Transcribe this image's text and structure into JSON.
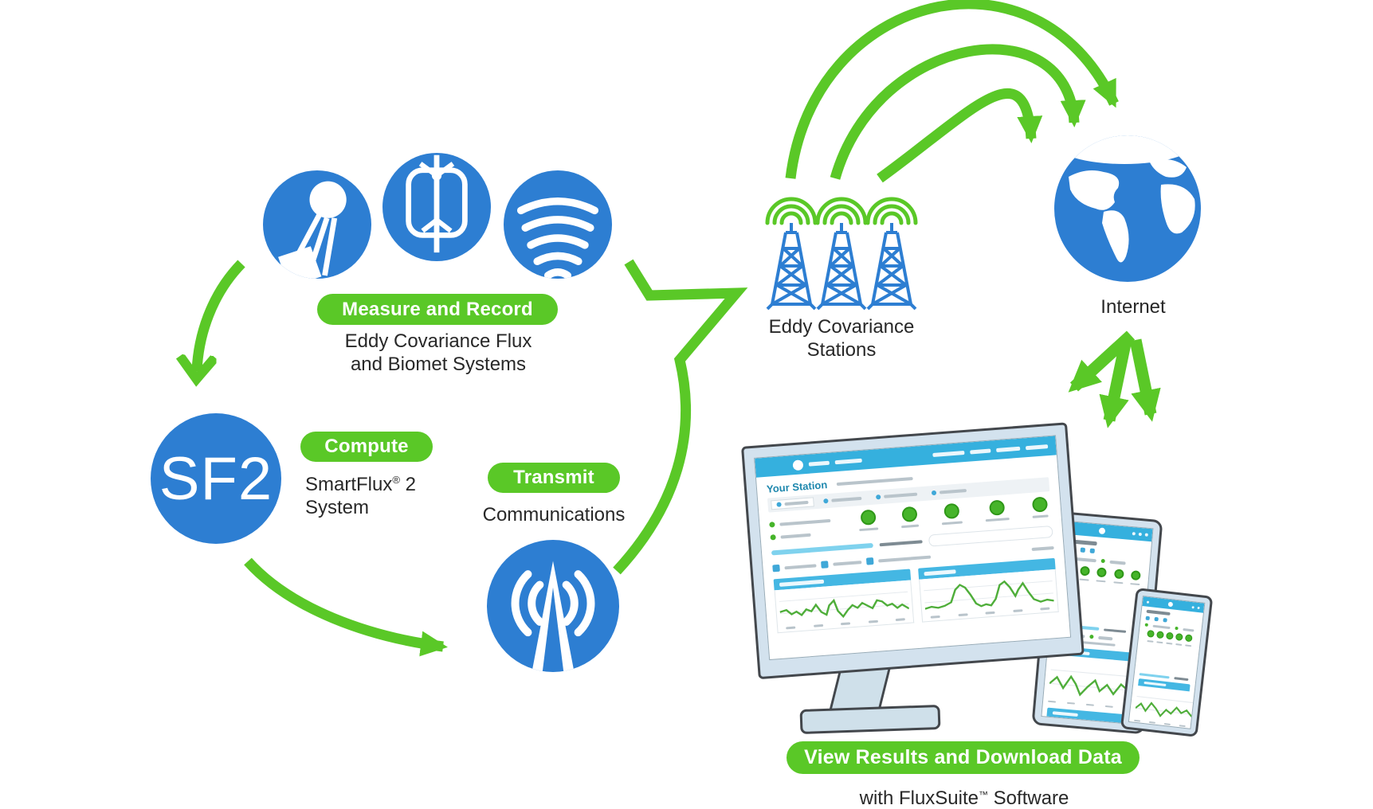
{
  "colors": {
    "accent_green": "#5ac827",
    "brand_blue": "#2d7ed2",
    "ui_cyan": "#35b0de",
    "text_ink": "#282828"
  },
  "measure": {
    "pill": "Measure and Record",
    "caption": [
      "Eddy Covariance Flux",
      "and Biomet Systems"
    ]
  },
  "compute": {
    "pill": "Compute",
    "badge": "SF2",
    "product": "SmartFlux",
    "reg_mark": "®",
    "product_suffix": " 2",
    "caption_line2": "System"
  },
  "transmit": {
    "pill": "Transmit",
    "caption": "Communications"
  },
  "stations": {
    "caption": [
      "Eddy Covariance",
      "Stations"
    ]
  },
  "internet": {
    "caption": "Internet"
  },
  "results": {
    "pill": "View Results and Download Data",
    "caption_prefix": "with FluxSuite",
    "tm_mark": "™",
    "caption_suffix": " Software"
  },
  "fluxsuite_dashboard": {
    "title": "Your Station"
  },
  "icons": {
    "gas_analyzer": "gas-analyzer-icon",
    "sonic_anemometer": "sonic-anemometer-icon",
    "radiation_sensor": "radiation-sensor-icon",
    "antenna": "antenna-broadcast-icon",
    "station_tower": "radio-tower-icon",
    "globe": "internet-globe-icon",
    "wifi": "wifi-waves-icon"
  }
}
